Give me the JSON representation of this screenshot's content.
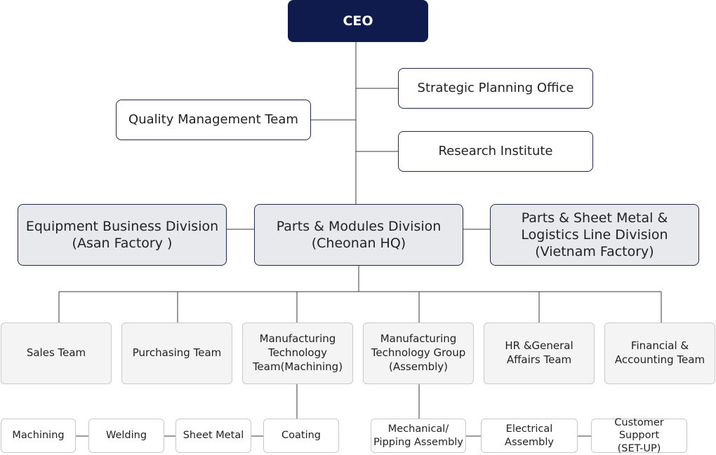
{
  "ceo": "CEO",
  "staff": {
    "strategic_planning": "Strategic Planning Office",
    "quality_management": "Quality Management Team",
    "research_institute": "Research Institute"
  },
  "divisions": {
    "equipment": "Equipment Business Division\n(Asan Factory )",
    "parts_modules": "Parts & Modules Division\n(Cheonan HQ)",
    "vietnam": "Parts & Sheet Metal &\nLogistics Line Division\n(Vietnam Factory)"
  },
  "teams": {
    "sales": "Sales Team",
    "purchasing": "Purchasing Team",
    "mfg_tech_machining": "Manufacturing\nTechnology\nTeam(Machining)",
    "mfg_tech_assembly": "Manufacturing\nTechnology Group\n(Assembly)",
    "hr_general": "HR &General\nAffairs Team",
    "financial_accounting": "Financial &\nAccounting Team"
  },
  "machining_units": {
    "machining": "Machining",
    "welding": "Welding",
    "sheet_metal": "Sheet Metal",
    "coating": "Coating"
  },
  "assembly_units": {
    "mechanical_piping": "Mechanical/\nPipping Assembly",
    "electrical": "Electrical\nAssembly",
    "customer_support": "Customer Support\n(SET-UP)"
  },
  "colors": {
    "ceo_fill": "#0f1b4c",
    "division_fill": "#e8e9ec",
    "team_fill": "#f4f4f4",
    "connector": "#3a3a3a"
  }
}
